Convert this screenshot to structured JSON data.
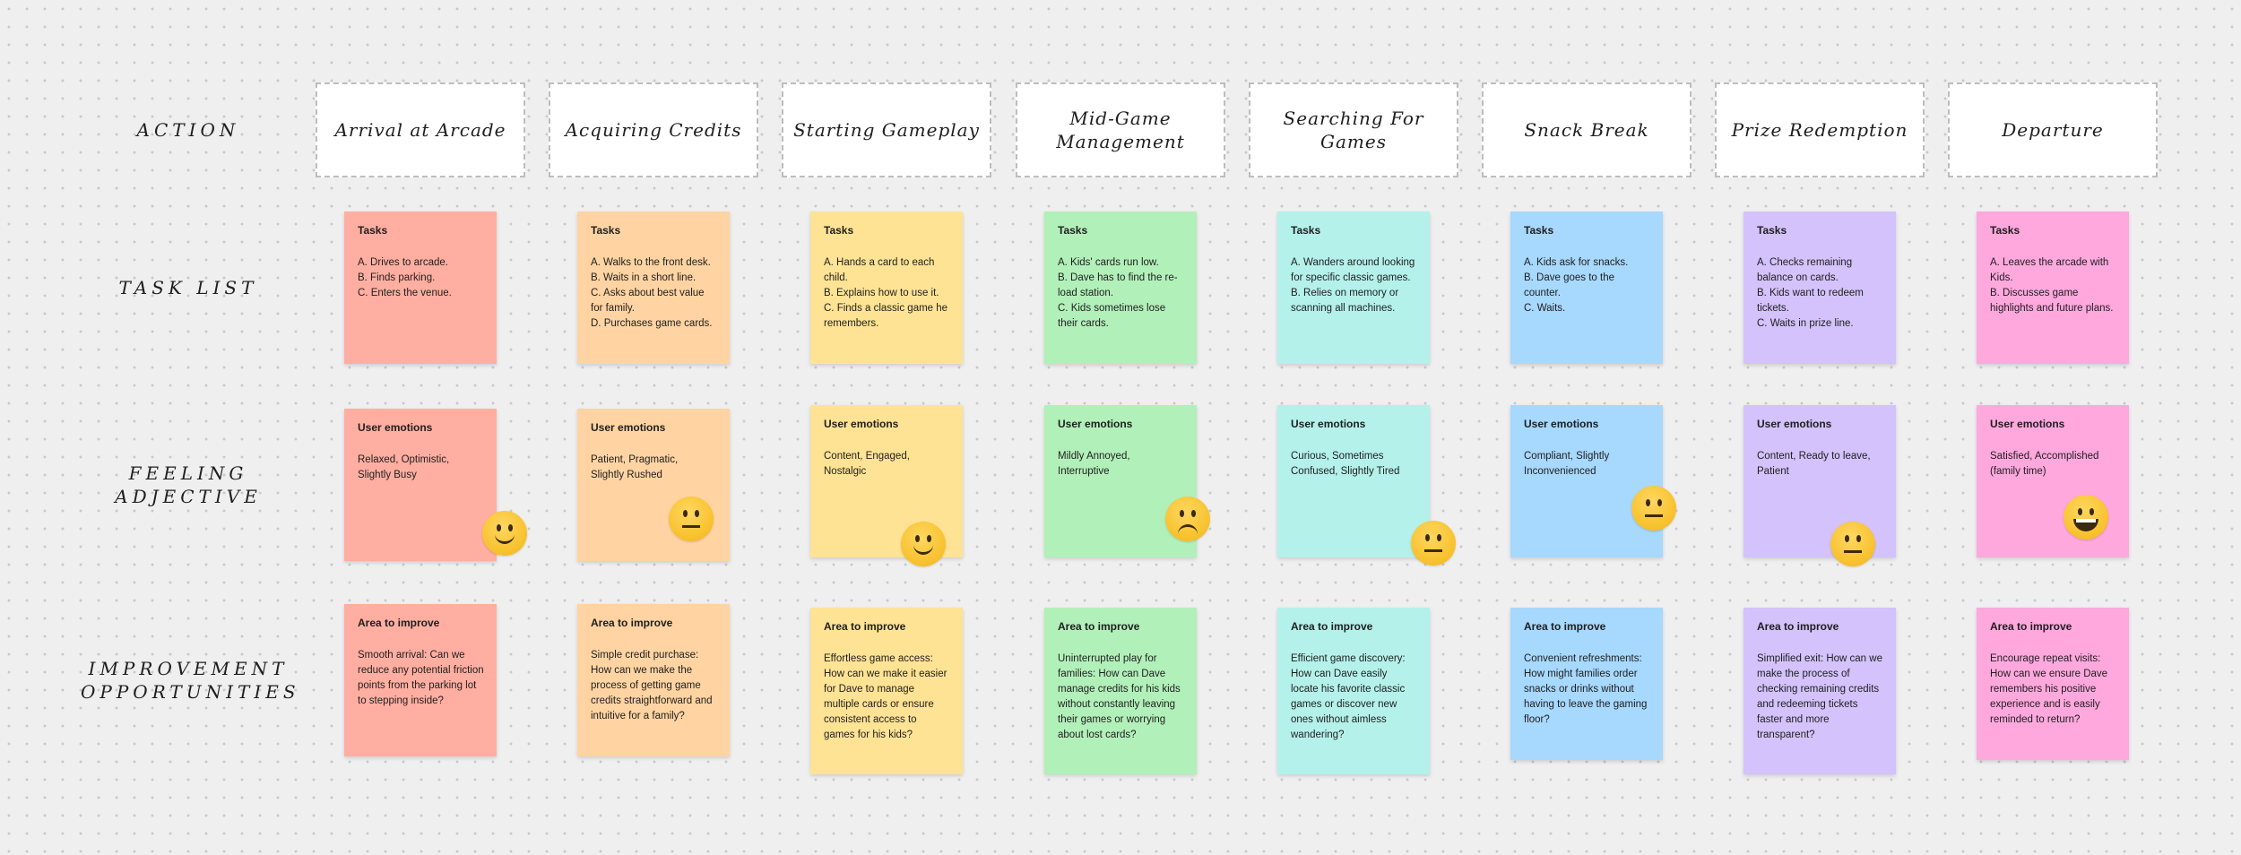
{
  "row_labels": {
    "action": "ACTION",
    "task_list": "TASK LIST",
    "feeling_1": "FEELING",
    "feeling_2": "ADJECTIVE",
    "improvement_1": "IMPROVEMENT",
    "improvement_2": "OPPORTUNITIES"
  },
  "stages": [
    {
      "action": "Arrival at Arcade",
      "color": "#ffaea1",
      "tasks_title": "Tasks",
      "tasks": "A. Drives to arcade.\nB. Finds parking.\nC. Enters the venue.",
      "emotions_title": "User emotions",
      "emotions": "Relaxed, Optimistic,\nSlightly Busy",
      "emoji": "smile-icon",
      "improve_title": "Area to improve",
      "improve": "Smooth arrival: Can we reduce any potential friction points from the parking lot to stepping inside?"
    },
    {
      "action": "Acquiring Credits",
      "color": "#ffd4a2",
      "tasks_title": "Tasks",
      "tasks": "A. Walks to the front desk.\nB. Waits in a short line.\nC. Asks about best value for family.\nD. Purchases game cards.",
      "emotions_title": "User emotions",
      "emotions": "Patient, Pragmatic,\nSlightly Rushed",
      "emoji": "neutral-face-icon",
      "improve_title": "Area to improve",
      "improve": "Simple credit purchase: How can we make the process of getting game credits straightforward and intuitive for a family?"
    },
    {
      "action": "Starting Gameplay",
      "color": "#ffe394",
      "tasks_title": "Tasks",
      "tasks": "A. Hands a card to each child.\nB. Explains how to use it.\nC. Finds a classic game he remembers.",
      "emotions_title": "User emotions",
      "emotions": "Content, Engaged,\nNostalgic",
      "emoji": "smile-icon",
      "improve_title": "Area to improve",
      "improve": "Effortless game access: How can we make it easier for Dave to manage multiple cards or ensure consistent access to games for his kids?"
    },
    {
      "action": "Mid-Game Management",
      "color": "#b2f0ba",
      "tasks_title": "Tasks",
      "tasks": "A. Kids' cards run low.\nB. Dave has to find the re-load station.\nC. Kids sometimes lose their cards.",
      "emotions_title": "User emotions",
      "emotions": "Mildly Annoyed,\nInterruptive",
      "emoji": "frown-icon",
      "improve_title": "Area to improve",
      "improve": "Uninterrupted play for families: How can Dave manage credits for his kids without constantly leaving their games or worrying about lost cards?"
    },
    {
      "action": "Searching For Games",
      "color": "#b4f1ea",
      "tasks_title": "Tasks",
      "tasks": "A. Wanders around looking for specific classic games.\nB. Relies on memory or scanning all machines.",
      "emotions_title": "User emotions",
      "emotions": "Curious, Sometimes\nConfused, Slightly Tired",
      "emoji": "neutral-face-icon",
      "improve_title": "Area to improve",
      "improve": "Efficient game discovery: How can Dave easily locate his favorite classic games or discover new ones without aimless wandering?"
    },
    {
      "action": "Snack Break",
      "color": "#a7d8fd",
      "tasks_title": "Tasks",
      "tasks": "A. Kids ask for snacks.\nB. Dave goes to the counter.\nC. Waits.",
      "emotions_title": "User emotions",
      "emotions": "Compliant, Slightly\nInconvenienced",
      "emoji": "neutral-face-icon",
      "improve_title": "Area to improve",
      "improve": "Convenient refreshments: How might families order snacks or drinks without having to leave the gaming floor?"
    },
    {
      "action": "Prize Redemption",
      "color": "#d3c2fb",
      "tasks_title": "Tasks",
      "tasks": "A. Checks remaining balance on cards.\nB. Kids want to redeem tickets.\nC. Waits in prize line.",
      "emotions_title": "User emotions",
      "emotions": "Content, Ready to leave,\nPatient",
      "emoji": "neutral-face-icon",
      "improve_title": "Area to improve",
      "improve": "Simplified exit: How can we make the process of checking remaining credits and redeeming tickets faster and more transparent?"
    },
    {
      "action": "Departure",
      "color": "#fea8de",
      "tasks_title": "Tasks",
      "tasks": "A. Leaves the arcade with Kids.\nB. Discusses game highlights and future plans.",
      "emotions_title": "User emotions",
      "emotions": "Satisfied, Accomplished\n(family time)",
      "emoji": "grin-icon",
      "improve_title": "Area to improve",
      "improve": "Encourage repeat visits: How can we ensure Dave remembers his positive experience and is easily reminded to return?"
    }
  ]
}
